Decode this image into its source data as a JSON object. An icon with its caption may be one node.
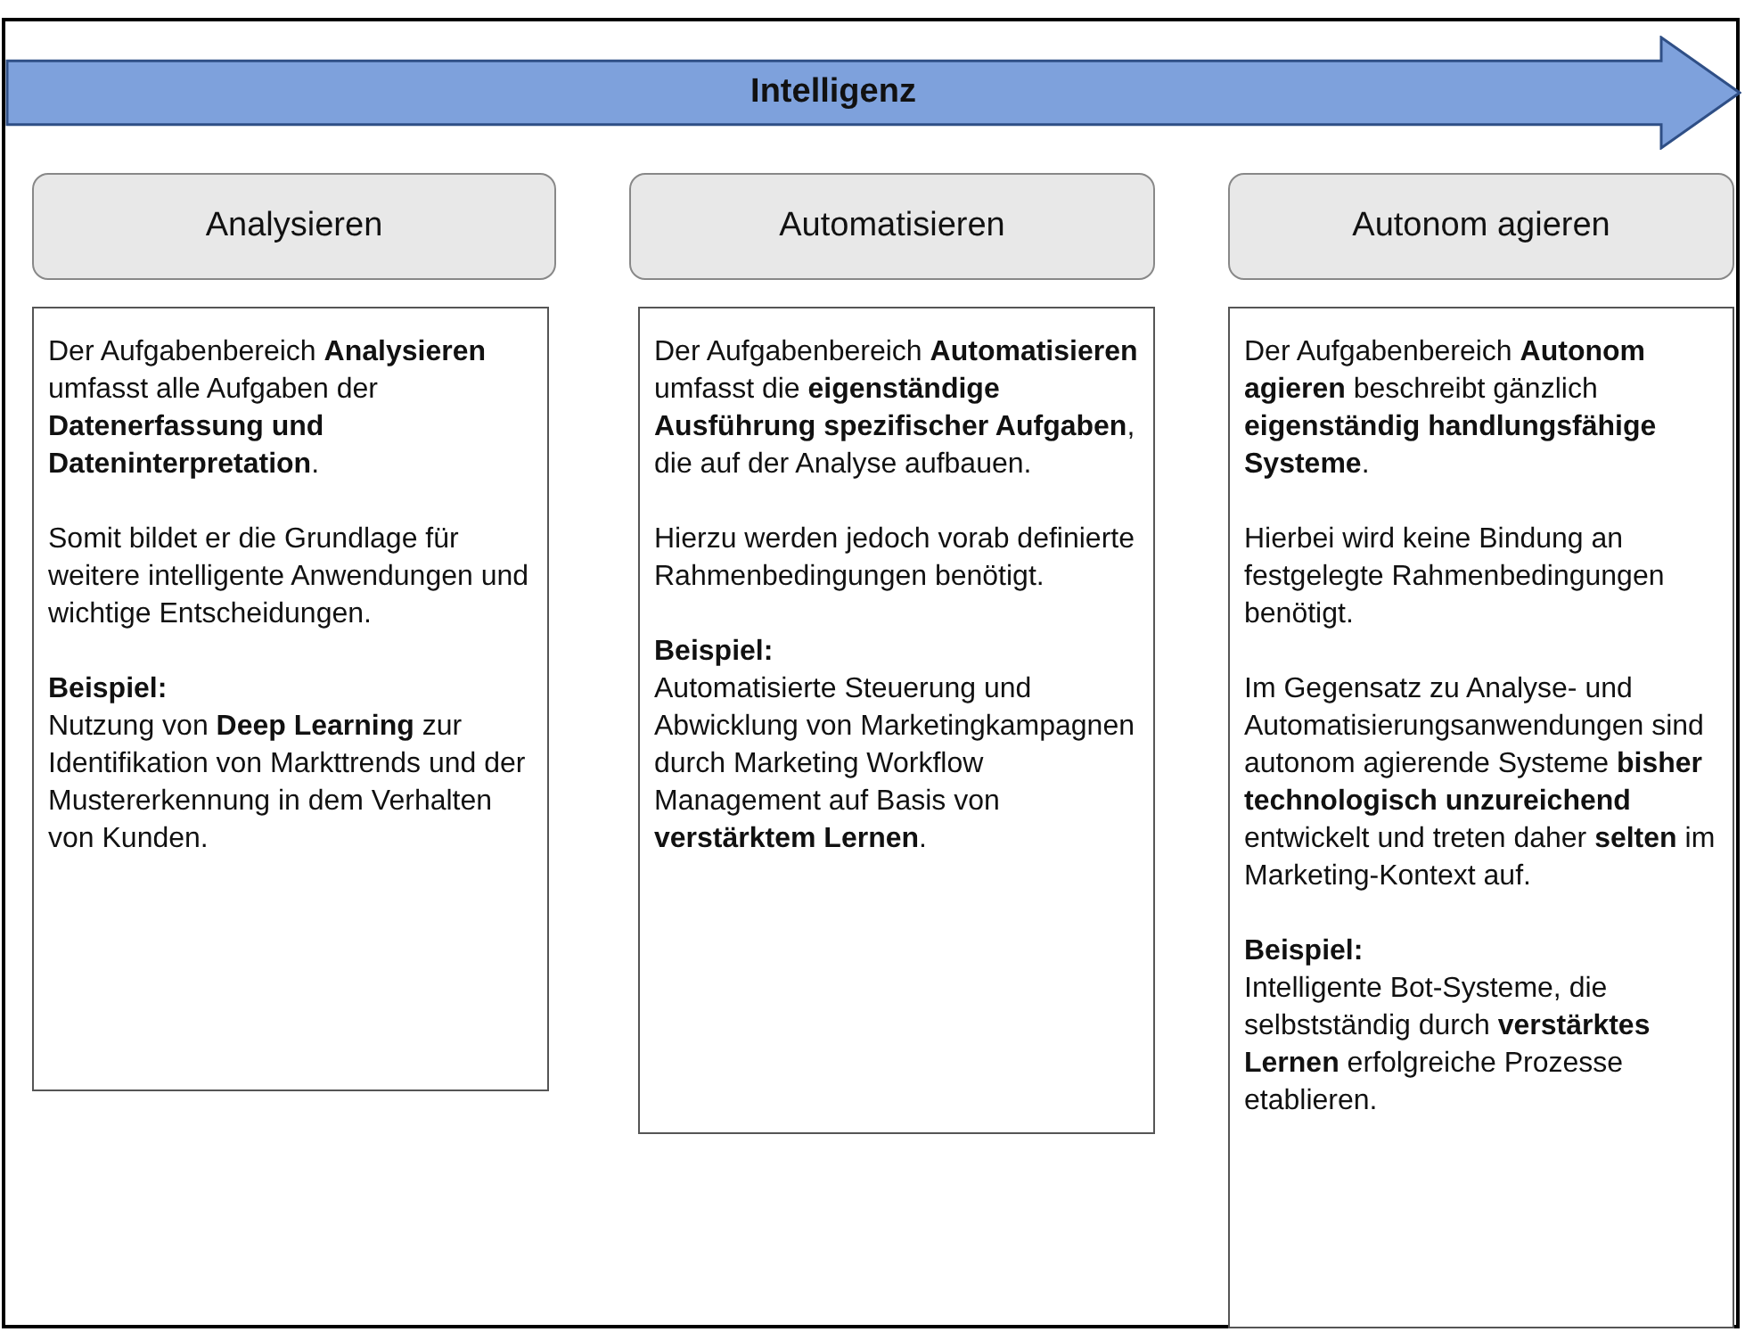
{
  "diagram": {
    "nodes": [
      {
        "text": [
          "Intelligenz"
        ]
      },
      {
        "text": [
          "Analysieren"
        ]
      },
      {
        "text": [
          "Automatisieren"
        ]
      },
      {
        "text": [
          "Autonom agieren"
        ]
      },
      {
        "text": [
          "Der Aufgabenbereich **Analysieren** umfasst alle Aufgaben der **Datenerfassung und Dateninterpretation**.",
          "Somit bildet er die Grundlage für weitere intelligente Anwendungen und wichtige Entscheidungen.",
          "**Beispiel:**",
          "Nutzung von **Deep Learning** zur Identifikation von Markttrends und der Mustererkennung in dem Verhalten von Kunden."
        ]
      },
      {
        "text": [
          "Der Aufgabenbereich **Automatisieren** umfasst die **eigenständige Ausführung spezifischer Aufgaben**, die auf der Analyse aufbauen.",
          "Hierzu werden jedoch vorab definierte Rahmenbedingungen benötigt.",
          "**Beispiel:**",
          "Automatisierte Steuerung und Abwicklung von Marketingkampagnen durch Marketing Workflow Management auf Basis von **verstärktem Lernen**."
        ]
      },
      {
        "text": [
          "Der Aufgabenbereich **Autonom agieren** beschreibt gänzlich **eigenständig handlungsfähige Systeme**.",
          "Hierbei wird keine Bindung an festgelegte Rahmenbedingungen benötigt.",
          "Im Gegensatz zu Analyse- und Automatisierungsanwendungen sind autonom agierende Systeme **bisher technologisch unzureichend** entwickelt und treten daher **selten** im Marketing-Kontext auf.",
          "**Beispiel:**",
          "Intelligente Bot-Systeme, die selbstständig durch **verstärktes Lernen** erfolgreiche Prozesse etablieren."
        ]
      }
    ],
    "edges": []
  }
}
